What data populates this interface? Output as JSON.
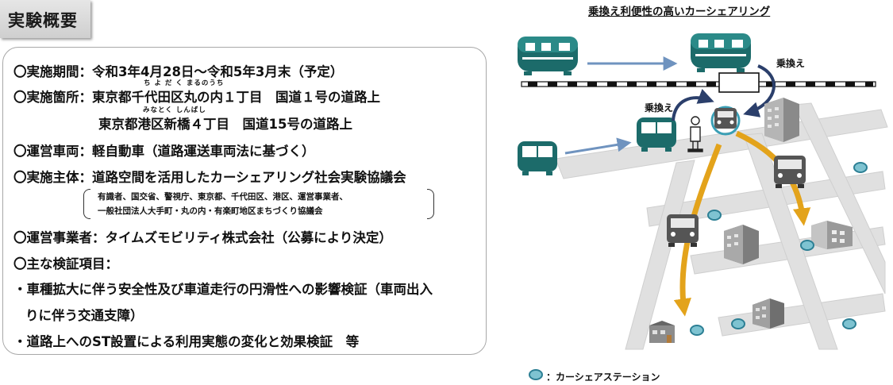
{
  "header": {
    "title": "実験概要"
  },
  "summary": {
    "period": "〇実施期間：令和3年4月28日～令和5年3月末（予定）",
    "ruby1": "ち よ だ く まるのうち",
    "location1": "〇実施箇所：東京都千代田区丸の内１丁目　国道１号の道路上",
    "ruby2": "みなとく しんばし",
    "location2": "東京都港区新橋４丁目　国道15号の道路上",
    "vehicle": "〇運営車両：軽自動車（道路運送車両法に基づく）",
    "organizer": "〇実施主体：道路空間を活用したカーシェアリング社会実験協議会",
    "members_line1": "有識者、国交省、警視庁、東京都、千代田区、港区、運営事業者、",
    "members_line2": "一般社団法人大手町・丸の内・有楽町地区まちづくり協議会",
    "operator": "〇運営事業者：タイムズモビリティ株式会社（公募により決定）",
    "verification_heading": "〇主な検証項目：",
    "item1_line1": "・車種拡大に伴う安全性及び車道走行の円滑性への影響検証（車両出入",
    "item1_line2": "りに伴う交通支障）",
    "item2": "・道路上へのST設置による利用実態の変化と効果検証　等"
  },
  "diagram": {
    "title": "乗換え利便性の高いカーシェアリング",
    "transfer_label_1": "乗換え",
    "transfer_label_2": "乗換え",
    "legend": "：カーシェアステーション",
    "colors": {
      "train": "#1c6b6a",
      "arrow_blue": "#6f93bf",
      "arrow_orange": "#e3a31b",
      "road": "#e0e0e0",
      "station": "#3a9fb5"
    }
  }
}
